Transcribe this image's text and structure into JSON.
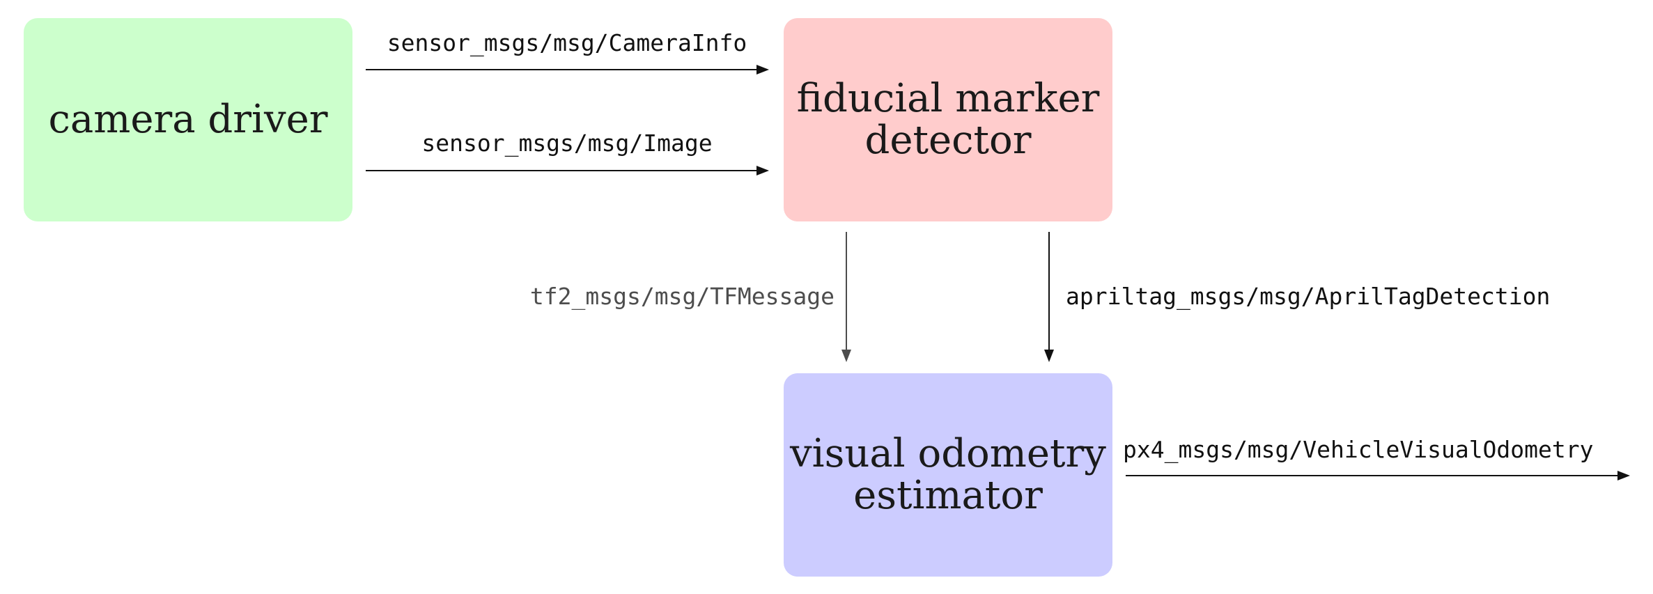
{
  "nodes": {
    "camera_driver": {
      "label": "camera driver",
      "color": "#ccffcc"
    },
    "fiducial_detector": {
      "label": "fiducial marker\ndetector",
      "color": "#ffcccc"
    },
    "vo_estimator": {
      "label": "visual odometry\nestimator",
      "color": "#ccccff"
    }
  },
  "edges": {
    "camera_info": {
      "label": "sensor_msgs/msg/CameraInfo",
      "from": "camera driver",
      "to": "fiducial marker detector"
    },
    "image": {
      "label": "sensor_msgs/msg/Image",
      "from": "camera driver",
      "to": "fiducial marker detector"
    },
    "tf": {
      "label": "tf2_msgs/msg/TFMessage",
      "from": "fiducial marker detector",
      "to": "visual odometry estimator",
      "color": "#4d4d4d"
    },
    "apriltag": {
      "label": "apriltag_msgs/msg/AprilTagDetection",
      "from": "fiducial marker detector",
      "to": "visual odometry estimator"
    },
    "px4": {
      "label": "px4_msgs/msg/VehicleVisualOdometry",
      "from": "visual odometry estimator",
      "to": ""
    }
  }
}
